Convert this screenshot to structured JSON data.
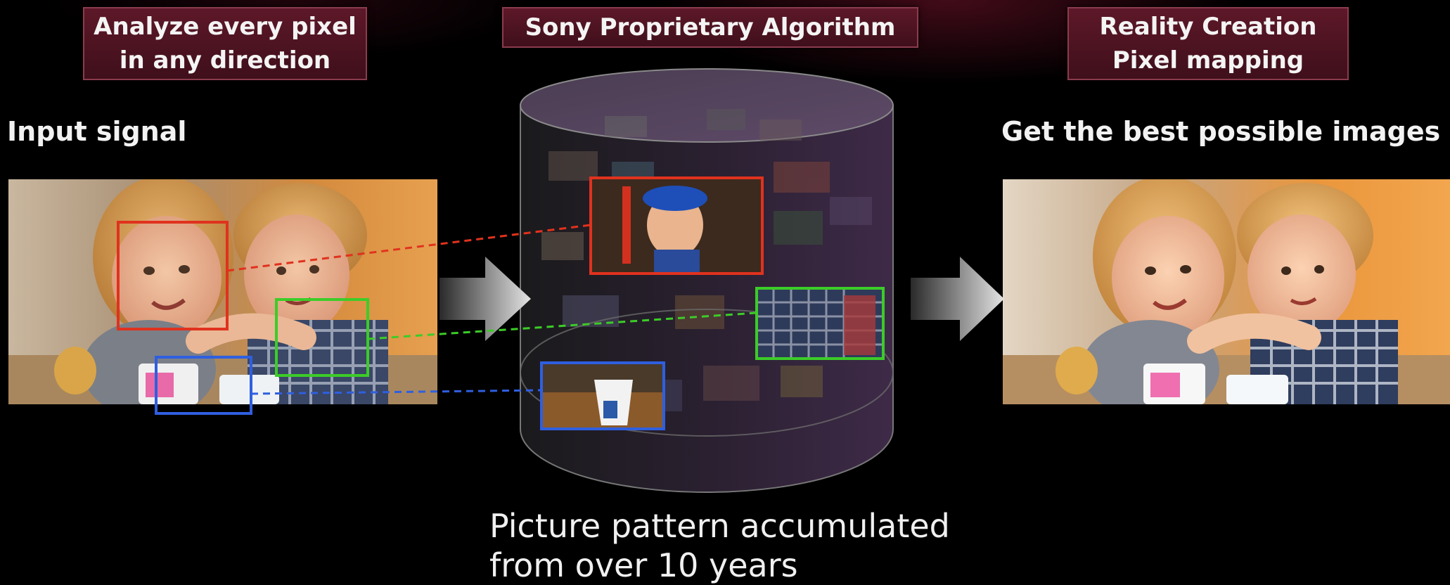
{
  "labels": {
    "analyze": [
      "Analyze every pixel",
      "in any direction"
    ],
    "sony": "Sony Proprietary Algorithm",
    "reality": [
      "Reality Creation",
      "Pixel mapping"
    ]
  },
  "headings": {
    "input": "Input signal",
    "output": "Get the best possible images"
  },
  "caption": [
    "Picture pattern accumulated",
    "from over 10 years"
  ],
  "colors": {
    "red": "#e0321e",
    "green": "#3ccc28",
    "blue": "#2f5fe0",
    "label_bg": "#4e1423"
  },
  "icons": {
    "arrow_1": "right-arrow-icon",
    "arrow_2": "right-arrow-icon"
  }
}
